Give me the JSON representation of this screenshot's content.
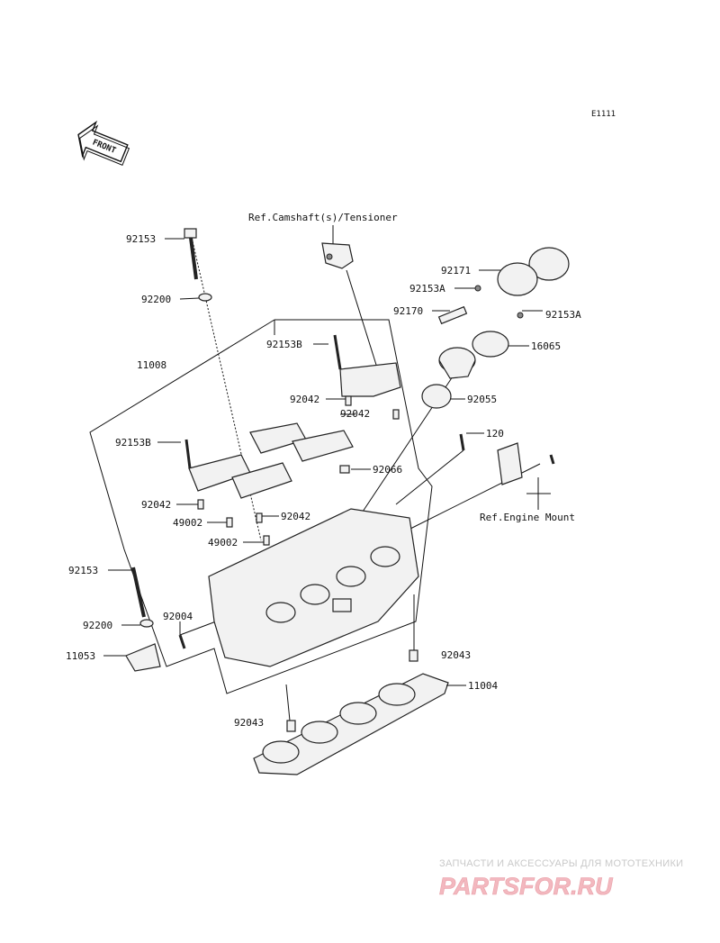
{
  "diagram_code": "E1111",
  "front_badge": "FRONT",
  "refs": {
    "camshaft": "Ref.Camshaft(s)/Tensioner",
    "engine_mount": "Ref.Engine Mount"
  },
  "parts": {
    "p92153_top": "92153",
    "p92200_top": "92200",
    "p92153B_upper": "92153B",
    "p11008": "11008",
    "p92042_a": "92042",
    "p92042_b": "92042",
    "p92153B_left": "92153B",
    "p92042_c": "92042",
    "p49002_a": "49002",
    "p92042_d": "92042",
    "p49002_b": "49002",
    "p92171": "92171",
    "p92153A_a": "92153A",
    "p92170": "92170",
    "p92153A_b": "92153A",
    "p16065": "16065",
    "p92055": "92055",
    "p120": "120",
    "p92066": "92066",
    "p92153_left": "92153",
    "p92200_left": "92200",
    "p92004": "92004",
    "p11053": "11053",
    "p92043_a": "92043",
    "p11004": "11004",
    "p92043_b": "92043"
  },
  "watermark": {
    "line1": "ЗАПЧАСТИ И АКСЕССУАРЫ ДЛЯ МОТОТЕХНИКИ",
    "line2": "PARTSFOR.RU"
  }
}
